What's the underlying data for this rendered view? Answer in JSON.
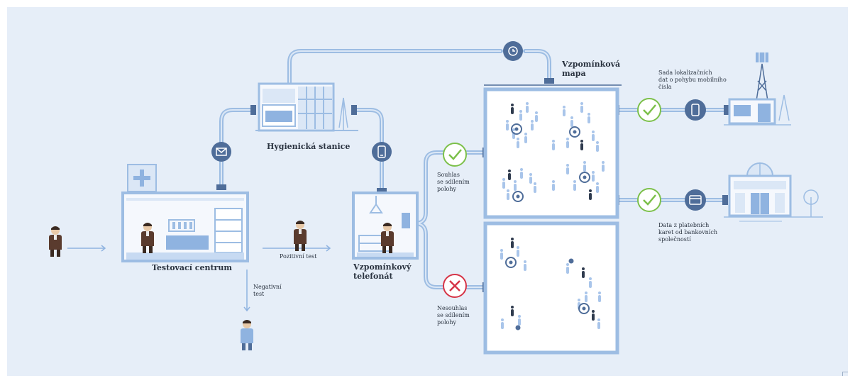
{
  "labels": {
    "testing_center": "Testovací centrum",
    "hygiene_station": "Hygienická stanice",
    "memory_call": "Vzpomínkový\ntelefonát",
    "memory_map": "Vzpomínková\nmapa",
    "positive_test": "Pozitivní test",
    "negative_test": "Negativní\ntest",
    "consent": "Souhlas\nse sdílením\npolohy",
    "no_consent": "Nesouhlas\nse sdílením\npolohy",
    "mobile_data": "Sada lokalizačních\ndat o pohybu mobilního\nčísla",
    "card_data": "Data z platebních\nkaret od bankovních\nspolečností"
  },
  "colors": {
    "background": "#e6eef8",
    "pipe": "#9dbde3",
    "dark_blue": "#4f6d99",
    "green": "#7cc04a",
    "red": "#d63447",
    "person_brown": "#5a3b2e"
  }
}
